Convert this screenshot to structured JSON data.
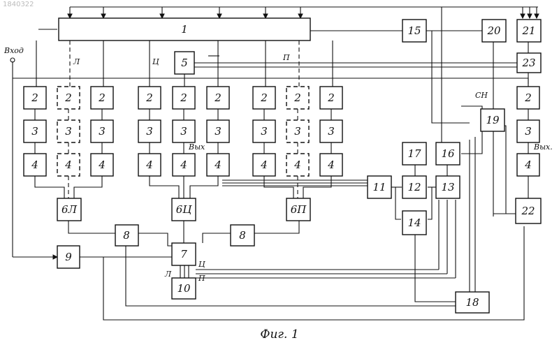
{
  "figure": {
    "doc_number": "1840322",
    "caption": "Фиг. 1",
    "input_label": "Вход",
    "output_label": "Вых.",
    "input2_label": "Вых",
    "signal_labels": {
      "L": "Л",
      "C": "Ц",
      "P": "П",
      "SN": "СН",
      "L2": "Л",
      "C2": "Ц",
      "P2": "П"
    }
  },
  "blocks": [
    {
      "id": "b1",
      "label": "1"
    },
    {
      "id": "b5",
      "label": "5"
    },
    {
      "id": "b15",
      "label": "15"
    },
    {
      "id": "b20",
      "label": "20"
    },
    {
      "id": "b21",
      "label": "21"
    },
    {
      "id": "b23",
      "label": "23"
    },
    {
      "id": "b17",
      "label": "17"
    },
    {
      "id": "b16",
      "label": "16"
    },
    {
      "id": "b19",
      "label": "19"
    },
    {
      "id": "b11",
      "label": "11"
    },
    {
      "id": "b12",
      "label": "12"
    },
    {
      "id": "b13",
      "label": "13"
    },
    {
      "id": "b14",
      "label": "14"
    },
    {
      "id": "b22",
      "label": "22"
    },
    {
      "id": "b9",
      "label": "9"
    },
    {
      "id": "b8a",
      "label": "8"
    },
    {
      "id": "b8b",
      "label": "8"
    },
    {
      "id": "b7",
      "label": "7"
    },
    {
      "id": "b10",
      "label": "10"
    },
    {
      "id": "b18",
      "label": "18"
    },
    {
      "id": "b6l",
      "label": "6Л"
    },
    {
      "id": "b6c",
      "label": "6Ц"
    },
    {
      "id": "b6p",
      "label": "6П"
    }
  ],
  "channel_labels": {
    "two": "2",
    "three": "3",
    "four": "4"
  }
}
